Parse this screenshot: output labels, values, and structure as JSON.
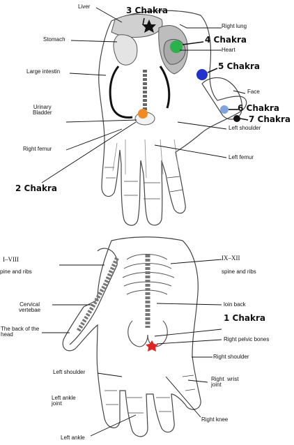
{
  "colors": {
    "outline": "#444444",
    "bone": "#666666",
    "organ_fill": "#d0d0d0",
    "chakra_crown": "#111111",
    "chakra_heart": "#2bb24c",
    "chakra_throat": "#2233cc",
    "chakra_third_eye": "#7fa4e0",
    "chakra_sacral": "#f08a24",
    "chakra_root": "#e02424",
    "leader": "#111111"
  },
  "top_hand": {
    "labels": {
      "liver": "Liver",
      "stomach": "Stomach",
      "large_intestine": "Large intestin",
      "urinary_bladder": "Urinary\nBladder",
      "right_femur": "Right femur",
      "right_lung": "Right lung",
      "heart": "Heart",
      "face": "Face",
      "left_shoulder": "Left shoulder",
      "left_femur": "Left femur"
    },
    "chakras": {
      "c3": "3 Chakra",
      "c4": "4 Chakra",
      "c5": "5 Chakra",
      "c6": "6 Chakra",
      "c7": "7 Chakra",
      "c2": "2 Chakra"
    }
  },
  "bottom_hand": {
    "labels": {
      "spine_left_num": "I–VIII",
      "spine_left": "pine and ribs",
      "cervical": "Cervical\nvertebae",
      "back_of_head": "The back of the\nhead",
      "left_shoulder": "Left shoulder",
      "left_ankle_joint": "Left ankle\njoint",
      "left_ankle": "Left ankle",
      "spine_right_num": "IX–XII",
      "spine_right": "spine and ribs",
      "loin_back": "loin back",
      "right_pelvic": "Right pelvic bones",
      "right_shoulder": "Right shoulder",
      "right_wrist_joint": "Right  wrist\njoint",
      "right_knee": "Right knee"
    },
    "chakras": {
      "c1": "1 Chakra"
    }
  }
}
